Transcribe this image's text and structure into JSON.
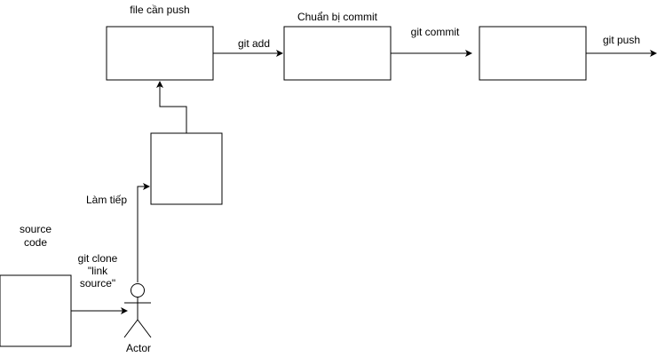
{
  "diagram": {
    "labels": {
      "file_can_push": "file cần push",
      "chuan_bi_commit": "Chuẩn bị commit",
      "git_add": "git add",
      "git_commit": "git commit",
      "git_push": "git push",
      "lam_tiep": "Làm tiếp",
      "source_code_line1": "source",
      "source_code_line2": "code",
      "git_clone_line1": "git clone",
      "git_clone_line2": "\"link",
      "git_clone_line3": "source\"",
      "actor": "Actor"
    },
    "stroke_color": "#000000",
    "fill_color": "#ffffff",
    "text_color": "#000000"
  }
}
